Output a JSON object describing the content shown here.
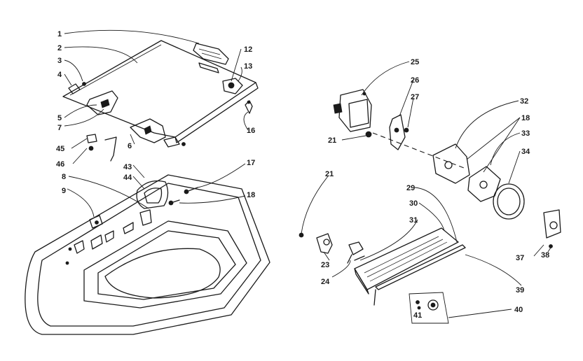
{
  "callouts": {
    "c1": "1",
    "c2": "2",
    "c3": "3",
    "c4": "4",
    "c5": "5",
    "c6": "6",
    "c7": "7",
    "c8": "8",
    "c9": "9",
    "c12": "12",
    "c13": "13",
    "c16": "16",
    "c17": "17",
    "c18a": "18",
    "c18b": "18",
    "c21a": "21",
    "c21b": "21",
    "c23": "23",
    "c24": "24",
    "c25": "25",
    "c26": "26",
    "c27": "27",
    "c29": "29",
    "c30": "30",
    "c31": "31",
    "c32": "32",
    "c33": "33",
    "c34": "34",
    "c37": "37",
    "c38": "38",
    "c39": "39",
    "c40": "40",
    "c41": "41",
    "c43": "43",
    "c44": "44",
    "c45": "45",
    "c46": "46"
  },
  "colors": {
    "ink": "#1a1a1a",
    "paper": "#ffffff"
  }
}
